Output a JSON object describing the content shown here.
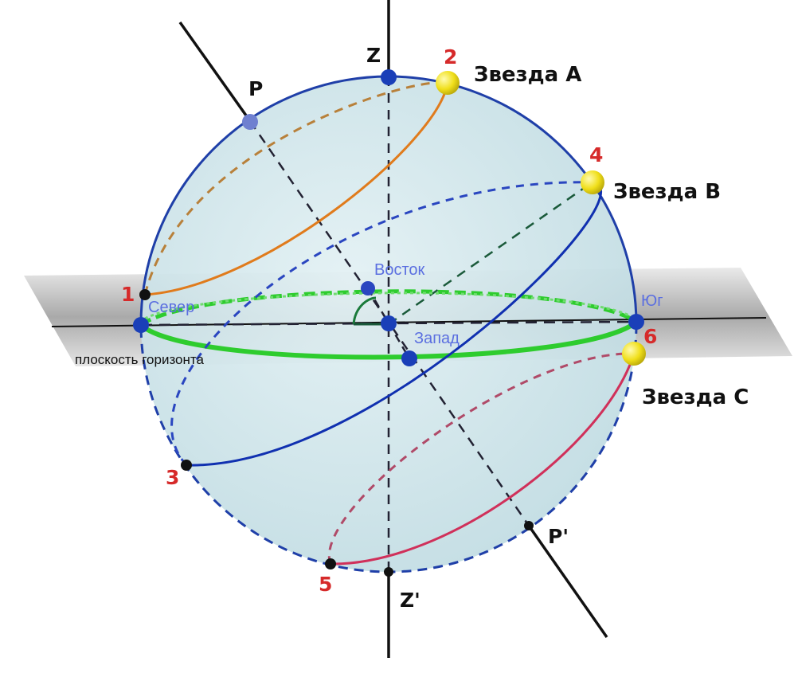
{
  "labels": {
    "zenith": "Z",
    "nadir": "Z'",
    "pole": "P",
    "pole_opposite": "P'",
    "north": "Север",
    "east": "Восток",
    "south": "Юг",
    "west": "Запад",
    "horizon_plane": "плоскость горизонта"
  },
  "stars": {
    "a": "Звезда A",
    "b": "Звезда B",
    "c": "Звезда C"
  },
  "points": [
    "1",
    "2",
    "3",
    "4",
    "5",
    "6"
  ],
  "colors": {
    "sphere_fill": "#cfe5ea",
    "sphere_edge": "#1f3fa8",
    "horizon": "#2ecc2e",
    "star_a_path": "#e07b1c",
    "star_b_path": "#1030b0",
    "star_c_path": "#d0305a",
    "star_marker": "#f2e21a",
    "point_number": "#d62a2a"
  }
}
